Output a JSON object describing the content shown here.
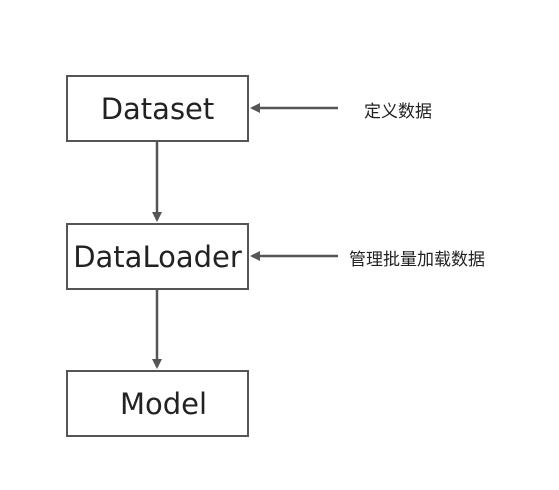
{
  "diagram": {
    "nodes": [
      {
        "id": "dataset",
        "label": "Dataset"
      },
      {
        "id": "dataloader",
        "label": "DataLoader"
      },
      {
        "id": "model",
        "label": "Model"
      }
    ],
    "annotations": [
      {
        "target": "dataset",
        "text": "定义数据"
      },
      {
        "target": "dataloader",
        "text": "管理批量加载数据"
      }
    ],
    "edges": [
      {
        "from": "dataset",
        "to": "dataloader"
      },
      {
        "from": "dataloader",
        "to": "model"
      }
    ],
    "colors": {
      "stroke": "#555555",
      "text": "#222222",
      "background": "#ffffff"
    }
  }
}
